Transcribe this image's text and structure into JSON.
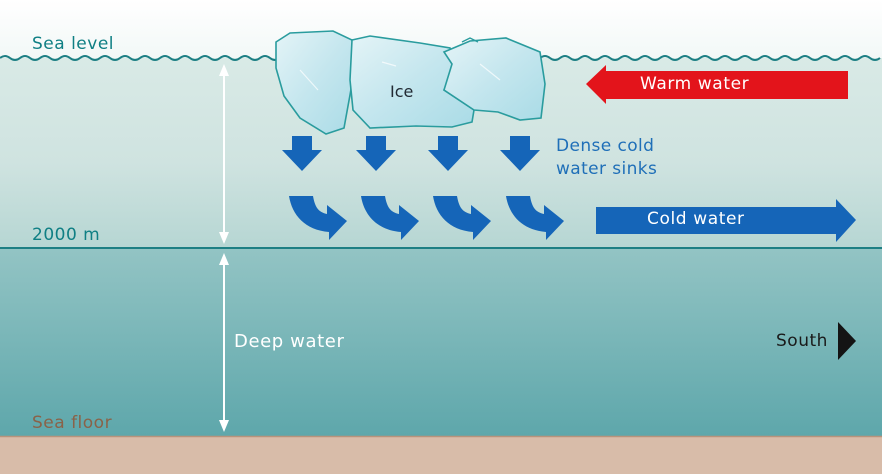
{
  "labels": {
    "sea_level": "Sea level",
    "depth_2000": "2000 m",
    "sea_floor": "Sea floor",
    "deep_water": "Deep water",
    "ice": "Ice",
    "dense_cold_line1": "Dense cold",
    "dense_cold_line2": "water sinks",
    "warm_water": "Warm water",
    "cold_water": "Cold water",
    "south": "South"
  },
  "colors": {
    "upper_water_top": "#d4e6e2",
    "upper_water_bottom": "#b7d6d3",
    "deep_water_top": "#8fc1c1",
    "deep_water_bottom": "#61a9ad",
    "sea_floor": "#d6b9a6",
    "sea_line": "#1d7f84",
    "warm_arrow": "#e3141b",
    "cold_arrow": "#1565b8",
    "ice_fill": "#c9e8ef",
    "ice_stroke": "#2a9c9e"
  },
  "icons": {
    "sink_arrows": "down-arrow",
    "flow_arrows": "curved-arrow",
    "direction_marker": "triangle-right"
  }
}
